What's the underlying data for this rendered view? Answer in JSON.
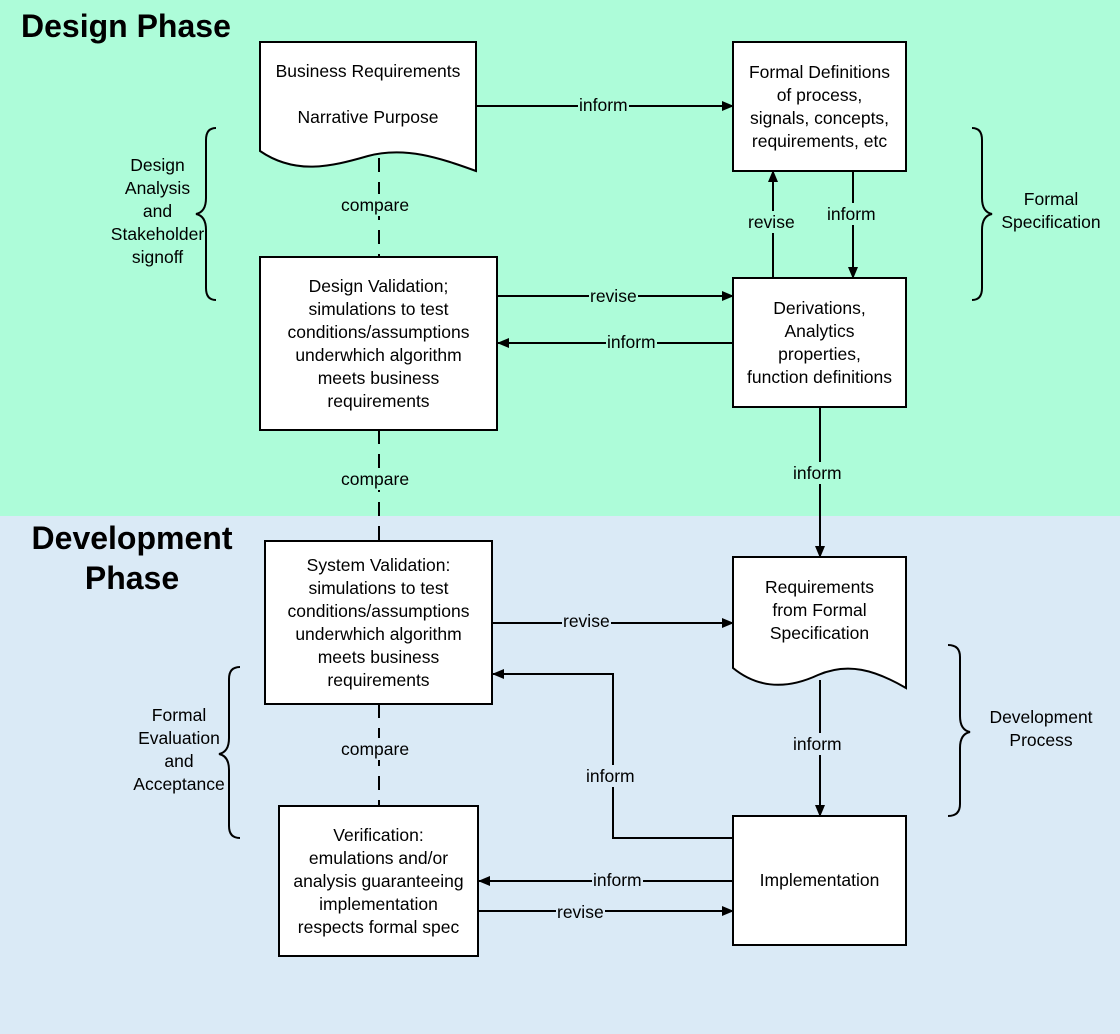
{
  "colors": {
    "design_phase_bg": "#adfcd9",
    "development_phase_bg": "#daeaf6",
    "node_fill": "#ffffff",
    "stroke": "#000000"
  },
  "phases": {
    "design": "Design Phase",
    "development": "Development\nPhase"
  },
  "nodes": {
    "business_requirements": "Business Requirements\n\nNarrative Purpose",
    "formal_definitions": "Formal Definitions\nof process,\nsignals, concepts,\nrequirements, etc",
    "design_validation": "Design Validation;\nsimulations to test\nconditions/assumptions\nunderwhich algorithm\nmeets business\nrequirements",
    "derivations": "Derivations,\nAnalytics\nproperties,\nfunction definitions",
    "system_validation": "System Validation:\nsimulations to test\nconditions/assumptions\nunderwhich algorithm\nmeets business\nrequirements",
    "requirements_from_spec": "Requirements\nfrom Formal\nSpecification",
    "verification": "Verification:\nemulations and/or\nanalysis guaranteeing\nimplementation\nrespects formal spec",
    "implementation": "Implementation"
  },
  "side_labels": {
    "design_analysis": "Design\nAnalysis\nand\nStakeholder\nsignoff",
    "formal_specification": "Formal\nSpecification",
    "formal_evaluation": "Formal\nEvaluation\nand\nAcceptance",
    "development_process": "Development\nProcess"
  },
  "edge_labels": {
    "inform_br_fd": "inform",
    "compare_br_dv": "compare",
    "revise_der_fd": "revise",
    "inform_fd_der": "inform",
    "revise_dv_der": "revise",
    "inform_der_dv": "inform",
    "compare_dv_sv": "compare",
    "inform_der_req": "inform",
    "revise_sv_req": "revise",
    "inform_impl_sv": "inform",
    "compare_sv_ver": "compare",
    "inform_req_impl": "inform",
    "inform_impl_ver": "inform",
    "revise_ver_impl": "revise"
  }
}
